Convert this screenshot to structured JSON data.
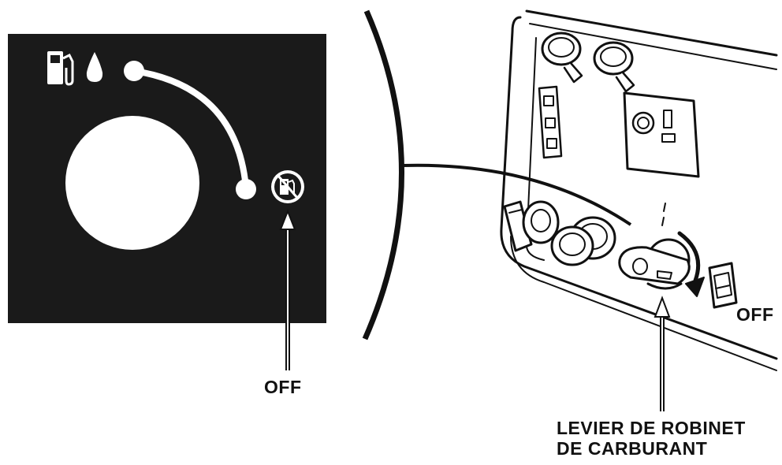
{
  "labels": {
    "off_panel": "OFF",
    "off_generator": "OFF",
    "lever_line1": "LEVIER DE ROBINET",
    "lever_line2": "DE CARBURANT"
  },
  "icons": {
    "fuel_on": "fuel-pump-with-drop-icon",
    "fuel_off": "fuel-pump-crossed-out-icon"
  },
  "colors": {
    "ink": "#111111",
    "panel": "#1a1a1a",
    "paper": "#ffffff"
  }
}
